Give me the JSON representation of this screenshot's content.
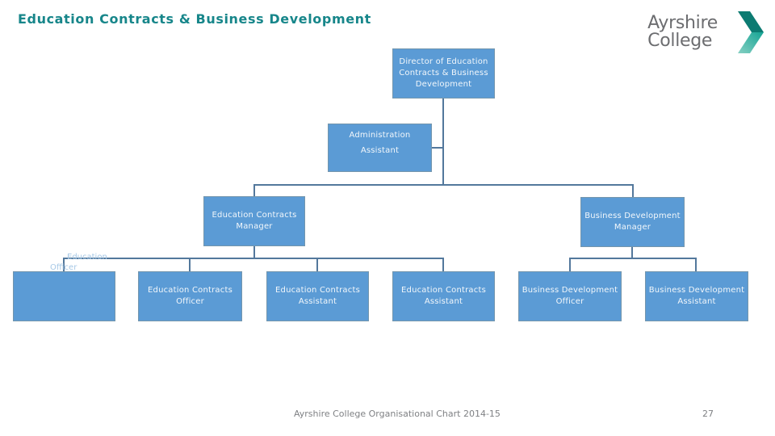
{
  "slide": {
    "title": "Education Contracts & Business Development",
    "footer": "Ayrshire College Organisational Chart 2014-15",
    "page_number": "27"
  },
  "logo": {
    "name_line1": "Ayrshire",
    "name_line2": "College",
    "chevron_icon": "chevron-right-icon"
  },
  "org_chart": {
    "director": "Director of Education Contracts & Business Development",
    "admin_assistant": "Administration Assistant",
    "ec_manager": "Education Contracts Manager",
    "bd_manager": "Business Development Manager",
    "blank_box": "",
    "floating_label": {
      "line1": "Education",
      "line2": "Officer"
    },
    "ec_officer": "Education Contracts Officer",
    "ec_assistant_1": "Education Contracts Assistant",
    "ec_assistant_2": "Education Contracts Assistant",
    "bd_officer": "Business Development Officer",
    "bd_assistant": "Business Development Assistant"
  },
  "colors": {
    "title_text": "#17868a",
    "logo_text": "#6c6d70",
    "box_fill": "#5b9bd5",
    "box_border": "#7496ad",
    "box_text": "#f2f7fb",
    "connector": "#53789c",
    "floating_label": "#a6c8e6",
    "footer_text": "#7f8184",
    "chevron_dark": "#0c7b72",
    "chevron_bright": "#14a494",
    "chevron_light": "#86d0c3"
  }
}
